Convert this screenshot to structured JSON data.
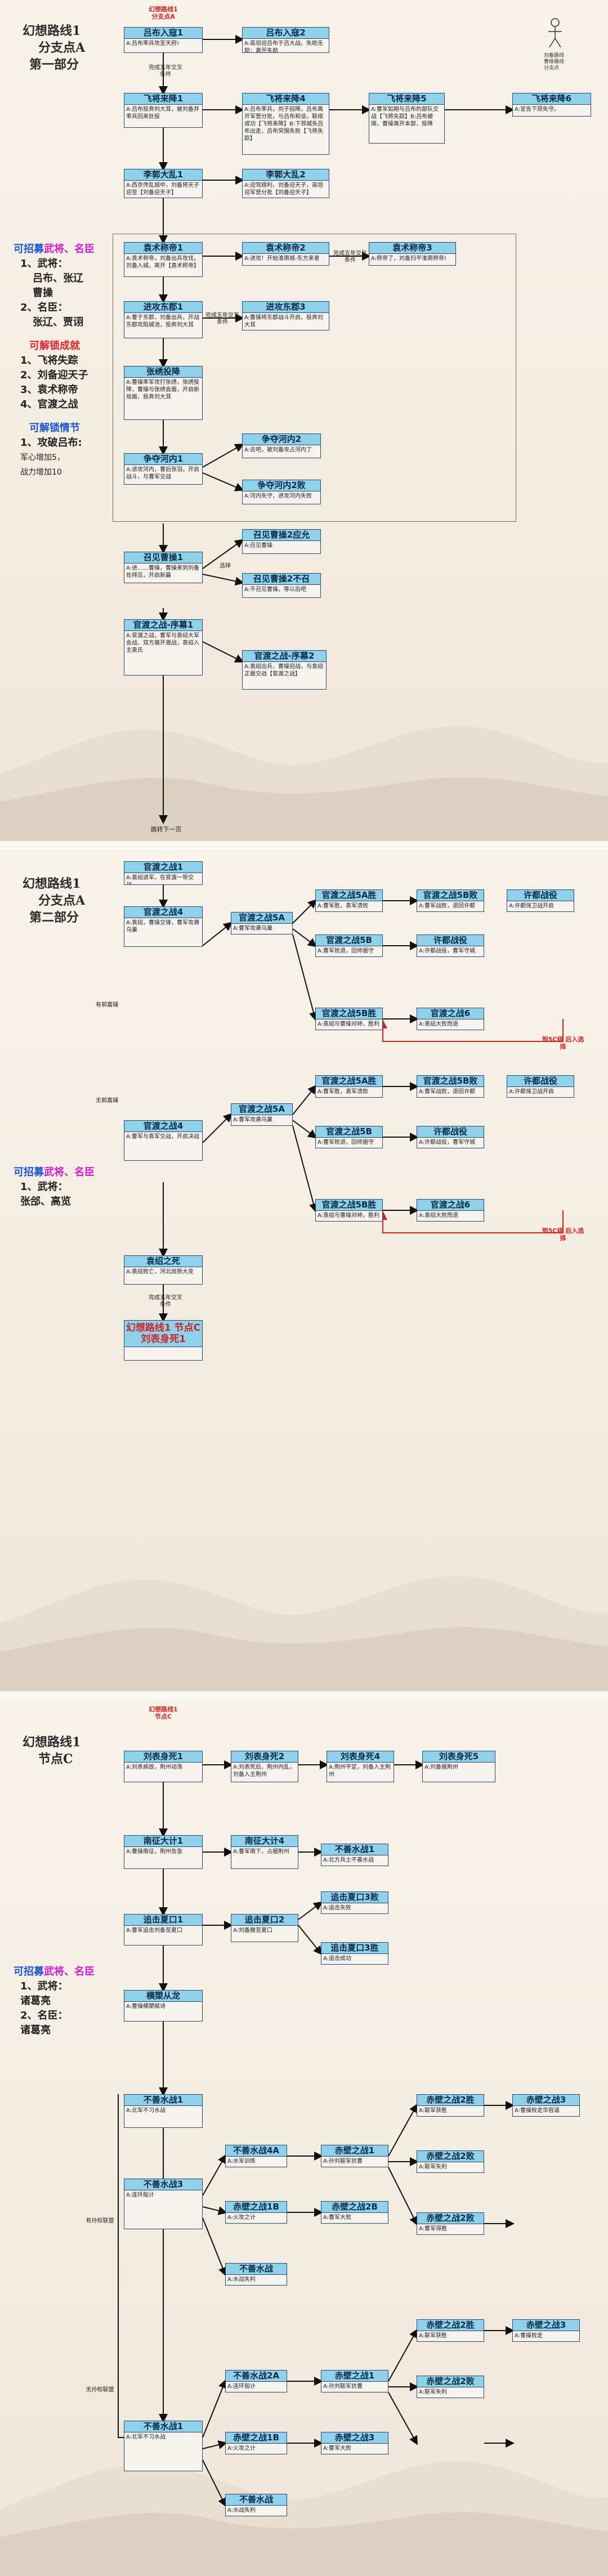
{
  "page1": {
    "title": [
      "幻想路线1",
      "分支点A",
      "第一部分"
    ],
    "start_tag": [
      "幻想路线1",
      "分支点A"
    ],
    "side_recruit_head": [
      "可招募",
      "武将、名臣"
    ],
    "side_recruit": [
      "1、武将：",
      "吕布、张辽",
      "曹操",
      "2、名臣：",
      "张辽、贾诩"
    ],
    "side_achieve_head": "可解锁成就",
    "side_achieve": [
      "1、飞将失踪",
      "2、刘备迎天子",
      "3、袁术称帝",
      "4、官渡之战"
    ],
    "side_plot_head": "可解锁情节",
    "side_plot": [
      "1、攻破吕布:",
      "军心增加5，",
      "战力增加10"
    ],
    "nodes": [
      {
        "id": "p1n1",
        "title": "吕布入寇1",
        "body": "A:吕布率兵攻至天府!"
      },
      {
        "id": "p1n2",
        "title": "吕布入寇2",
        "body": "A:高坦迎吕布于吕大战，失助无助：离开失助"
      },
      {
        "id": "p1n3",
        "title": "飞将来降1",
        "body": "A:吕布投奔刘大耳，被刘备并率兵回来处投"
      },
      {
        "id": "p1n4",
        "title": "飞将来降4",
        "body": "A:吕布率兵，刘子招降，吕布离开军营分批，与吕布和谈，联络成功【飞将来降】B:下邳城失吕布出走，吕布突围失败【飞将失踪】"
      },
      {
        "id": "p1n5",
        "title": "飞将来降5",
        "body": "A:曹军如期与吕布的部队交战【飞将失踪】B:吕布被擒，曹操离开本部，投降"
      },
      {
        "id": "p1n6",
        "title": "飞将来降6",
        "body": "A:宣告下邳失守。"
      },
      {
        "id": "p1n7",
        "title": "李郭大乱1",
        "body": "A:西京传乱城中，刘备将天子迎至【刘备迎天子】"
      },
      {
        "id": "p1n8",
        "title": "李郭大乱2",
        "body": "A:迎驾顺利，刘备迎天子，高坦迎军营分批【刘备迎天子】"
      },
      {
        "id": "p1n9",
        "title": "袁术称帝1",
        "body": "A:袁术称帝，刘备出兵攻伐，刘备入城，离开【袁术称帝】"
      },
      {
        "id": "p1n10",
        "title": "袁术称帝2",
        "body": "A:进攻！开始淮南城-东方来者"
      },
      {
        "id": "p1n11",
        "title": "袁术称帝3",
        "body": "A:称帝了，刘备扫平淮南称帝!"
      },
      {
        "id": "p1n12",
        "title": "进攻东郡1",
        "body": "A:曹于东郡，刘备出兵，开战东郡攻陷城池，投奔刘大耳"
      },
      {
        "id": "p1n13",
        "title": "进攻东郡3",
        "body": "A:曹操将东郡战斗开启，投奔刘大耳"
      },
      {
        "id": "p1n14",
        "title": "张绣投降",
        "body": "A:曹操率军攻打张绣，张绣投降，曹操与张绣会面，开启新局面，投奔刘大耳"
      },
      {
        "id": "p1n15",
        "title": "争夺河内1",
        "body": "A:进攻河内，曹后张羽，开启战斗，与曹军交战"
      },
      {
        "id": "p1n16",
        "title": "争夺河内2",
        "body": "A:去吧，被刘备攻占河内了"
      },
      {
        "id": "p1n17",
        "title": "争夺河内2败",
        "body": "A:河内失守，进攻河内失败"
      },
      {
        "id": "p1n18",
        "title": "召见曹操1",
        "body": "A:进……曹操，曹操来到刘备处拜见，开启新篇"
      },
      {
        "id": "p1n19",
        "title": "召见曹操2应允",
        "body": "A:召见曹操"
      },
      {
        "id": "p1n20",
        "title": "召见曹操2不召",
        "body": "A:不召见曹操，等以后吧"
      },
      {
        "id": "p1n21",
        "title": "官渡之战-序幕1",
        "body": "A:官渡之战，曹军与袁绍大军会战，双方展开激战，袁绍入主袁氏"
      },
      {
        "id": "p1n22",
        "title": "官渡之战-序幕2",
        "body": "A:袁绍出兵，曹操迎战，与袁绍正面交战【官渡之战】"
      }
    ],
    "edge_labels": [
      "完成五年交叉条件",
      "完成五年交叉条件",
      "完成五年交叉条件",
      "选择"
    ],
    "footer": "跳转下一页"
  },
  "page2": {
    "title": [
      "幻想路线1",
      "分支点A",
      "第二部分"
    ],
    "side_recruit_head": [
      "可招募",
      "武将、名臣"
    ],
    "side_recruit": [
      "1、武将：",
      "张郃、高览"
    ],
    "nodes": [
      {
        "id": "p2n1",
        "title": "官渡之战1",
        "body": "A:袁绍进军，在官渡一带交战。"
      },
      {
        "id": "p2n2",
        "title": "官渡之战4",
        "body": "A:袁绍，曹操交锋，曹军攻袭乌巢"
      },
      {
        "id": "p2n3",
        "title": "官渡之战5A",
        "body": "A:曹军攻袭乌巢"
      },
      {
        "id": "p2n4",
        "title": "官渡之战5A胜",
        "body": "A:曹军胜，袁军溃败"
      },
      {
        "id": "p2n5",
        "title": "官渡之战5B",
        "body": "A:曹军败退，回师据守"
      },
      {
        "id": "p2n6",
        "title": "官渡之战5B胜",
        "body": "A:袁绍与曹操对峙，胜利"
      },
      {
        "id": "p2n7",
        "title": "官渡之战5B败",
        "body": "A:曹军战败，退回许都"
      },
      {
        "id": "p2n8",
        "title": "许都战役",
        "body": "A:许都战役，曹军守城"
      },
      {
        "id": "p2n9",
        "title": "官渡之战6",
        "body": "A:袁绍大败而退"
      },
      {
        "id": "p2n10",
        "title": "许都战役",
        "body": "A:许都保卫战开启"
      },
      {
        "id": "p2n11",
        "title": "官渡之战4",
        "body": "A:曹军与袁军交战，开启决战"
      },
      {
        "id": "p2n12",
        "title": "官渡之战5A",
        "body": "A:曹军攻袭乌巢"
      },
      {
        "id": "p2n13",
        "title": "官渡之战5A胜",
        "body": "A:曹军胜，袁军溃败"
      },
      {
        "id": "p2n14",
        "title": "官渡之战5B",
        "body": "A:曹军败退，回师据守"
      },
      {
        "id": "p2n15",
        "title": "官渡之战5B胜",
        "body": "A:袁绍与曹操对峙，胜利"
      },
      {
        "id": "p2n16",
        "title": "官渡之战5B败",
        "body": "A:曹军战败，退回许都"
      },
      {
        "id": "p2n17",
        "title": "许都战役",
        "body": "A:许都战役，曹军守城"
      },
      {
        "id": "p2n18",
        "title": "官渡之战6",
        "body": "A:袁绍大败而退"
      },
      {
        "id": "p2n19",
        "title": "许都战役",
        "body": "A:许都保卫战开启"
      },
      {
        "id": "p2n20",
        "title": "袁绍之死",
        "body": "A:袁绍败亡，河北局势大变"
      },
      {
        "id": "p2n21",
        "title": "幻想路线1 节点C 刘表身死1",
        "body": ""
      }
    ],
    "red_labels": [
      "到5C级 后入选择",
      "到5C级 后入选择"
    ],
    "edge_labels": [
      "有郭嘉辅",
      "无郭嘉辅",
      "完成五年交叉条件"
    ]
  },
  "page3": {
    "title": [
      "幻想路线1",
      "节点C"
    ],
    "start_tag": [
      "幻想路线1",
      "节点C"
    ],
    "side_recruit_head": [
      "可招募",
      "武将、名臣"
    ],
    "side_recruit": [
      "1、武将：",
      "诸葛亮",
      "2、名臣：",
      "诸葛亮"
    ],
    "nodes": [
      {
        "id": "p3n1",
        "title": "刘表身死1",
        "body": "A:刘表病故，荆州动荡"
      },
      {
        "id": "p3n2",
        "title": "刘表身死2",
        "body": "A:刘表死后，荆州内乱，刘备入主荆州"
      },
      {
        "id": "p3n3",
        "title": "刘表身死4",
        "body": "A:荆州平定，刘备入主荆州"
      },
      {
        "id": "p3n4",
        "title": "刘表身死5",
        "body": "A:刘备据荆州"
      },
      {
        "id": "p3n5",
        "title": "南征大计1",
        "body": "A:曹操南征，荆州告急"
      },
      {
        "id": "p3n6",
        "title": "南征大计4",
        "body": "A:曹军南下，占据荆州"
      },
      {
        "id": "p3n7",
        "title": "不善水战1",
        "body": "A:北方兵士不善水战"
      },
      {
        "id": "p3n8",
        "title": "追击夏口1",
        "body": "A:曹军追击刘备至夏口"
      },
      {
        "id": "p3n9",
        "title": "追击夏口2",
        "body": "A:刘备撤至夏口"
      },
      {
        "id": "p3n10",
        "title": "追击夏口3败",
        "body": "A:追击失败"
      },
      {
        "id": "p3n11",
        "title": "追击夏口3胜",
        "body": "A:追击成功"
      },
      {
        "id": "p3n12",
        "title": "横槊从龙",
        "body": "A:曹操横槊赋诗"
      },
      {
        "id": "p3n13",
        "title": "不善水战1",
        "body": "A:北军不习水战"
      },
      {
        "id": "p3n14",
        "title": "不善水战3",
        "body": "A:连环船计"
      },
      {
        "id": "p3n15",
        "title": "不善水战4A",
        "body": "A:水军训练"
      },
      {
        "id": "p3n16",
        "title": "赤壁之战1",
        "body": "A:孙刘联军抗曹"
      },
      {
        "id": "p3n17",
        "title": "赤壁之战1B",
        "body": "A:火攻之计"
      },
      {
        "id": "p3n18",
        "title": "赤壁之战2B",
        "body": "A:曹军大败"
      },
      {
        "id": "p3n19",
        "title": "赤壁之战2胜",
        "body": "A:联军获胜"
      },
      {
        "id": "p3n20",
        "title": "赤壁之战3",
        "body": "A:曹操败走华容道"
      },
      {
        "id": "p3n21",
        "title": "赤壁之战2败",
        "body": "A:联军失利"
      },
      {
        "id": "p3n22",
        "title": "赤壁之战2败",
        "body": "A:曹军得胜"
      },
      {
        "id": "p3n23",
        "title": "不善水战",
        "body": "A:水战失利"
      },
      {
        "id": "p3n24",
        "title": "不善水战1",
        "body": "A:北军不习水战"
      },
      {
        "id": "p3n25",
        "title": "不善水战2A",
        "body": "A:连环船计"
      },
      {
        "id": "p3n26",
        "title": "赤壁之战1",
        "body": "A:孙刘联军抗曹"
      },
      {
        "id": "p3n27",
        "title": "赤壁之战2胜",
        "body": "A:联军获胜"
      },
      {
        "id": "p3n28",
        "title": "赤壁之战2败",
        "body": "A:联军失利"
      },
      {
        "id": "p3n29",
        "title": "赤壁之战3",
        "body": "A:曹操败走"
      },
      {
        "id": "p3n30",
        "title": "赤壁之战1B",
        "body": "A:火攻之计"
      },
      {
        "id": "p3n31",
        "title": "赤壁之战3",
        "body": "A:曹军大败"
      },
      {
        "id": "p3n32",
        "title": "不善水战",
        "body": "A:水战失利"
      }
    ],
    "edge_labels": [
      "有孙权联盟",
      "无孙权联盟"
    ]
  },
  "legend": [
    "刘备路线",
    "曹操路线",
    "分支点"
  ],
  "colors": {
    "header": "#8fd0ea",
    "border": "#29486a",
    "red": "#d12222",
    "blue": "#1b55d4",
    "purple": "#d21ad2"
  }
}
